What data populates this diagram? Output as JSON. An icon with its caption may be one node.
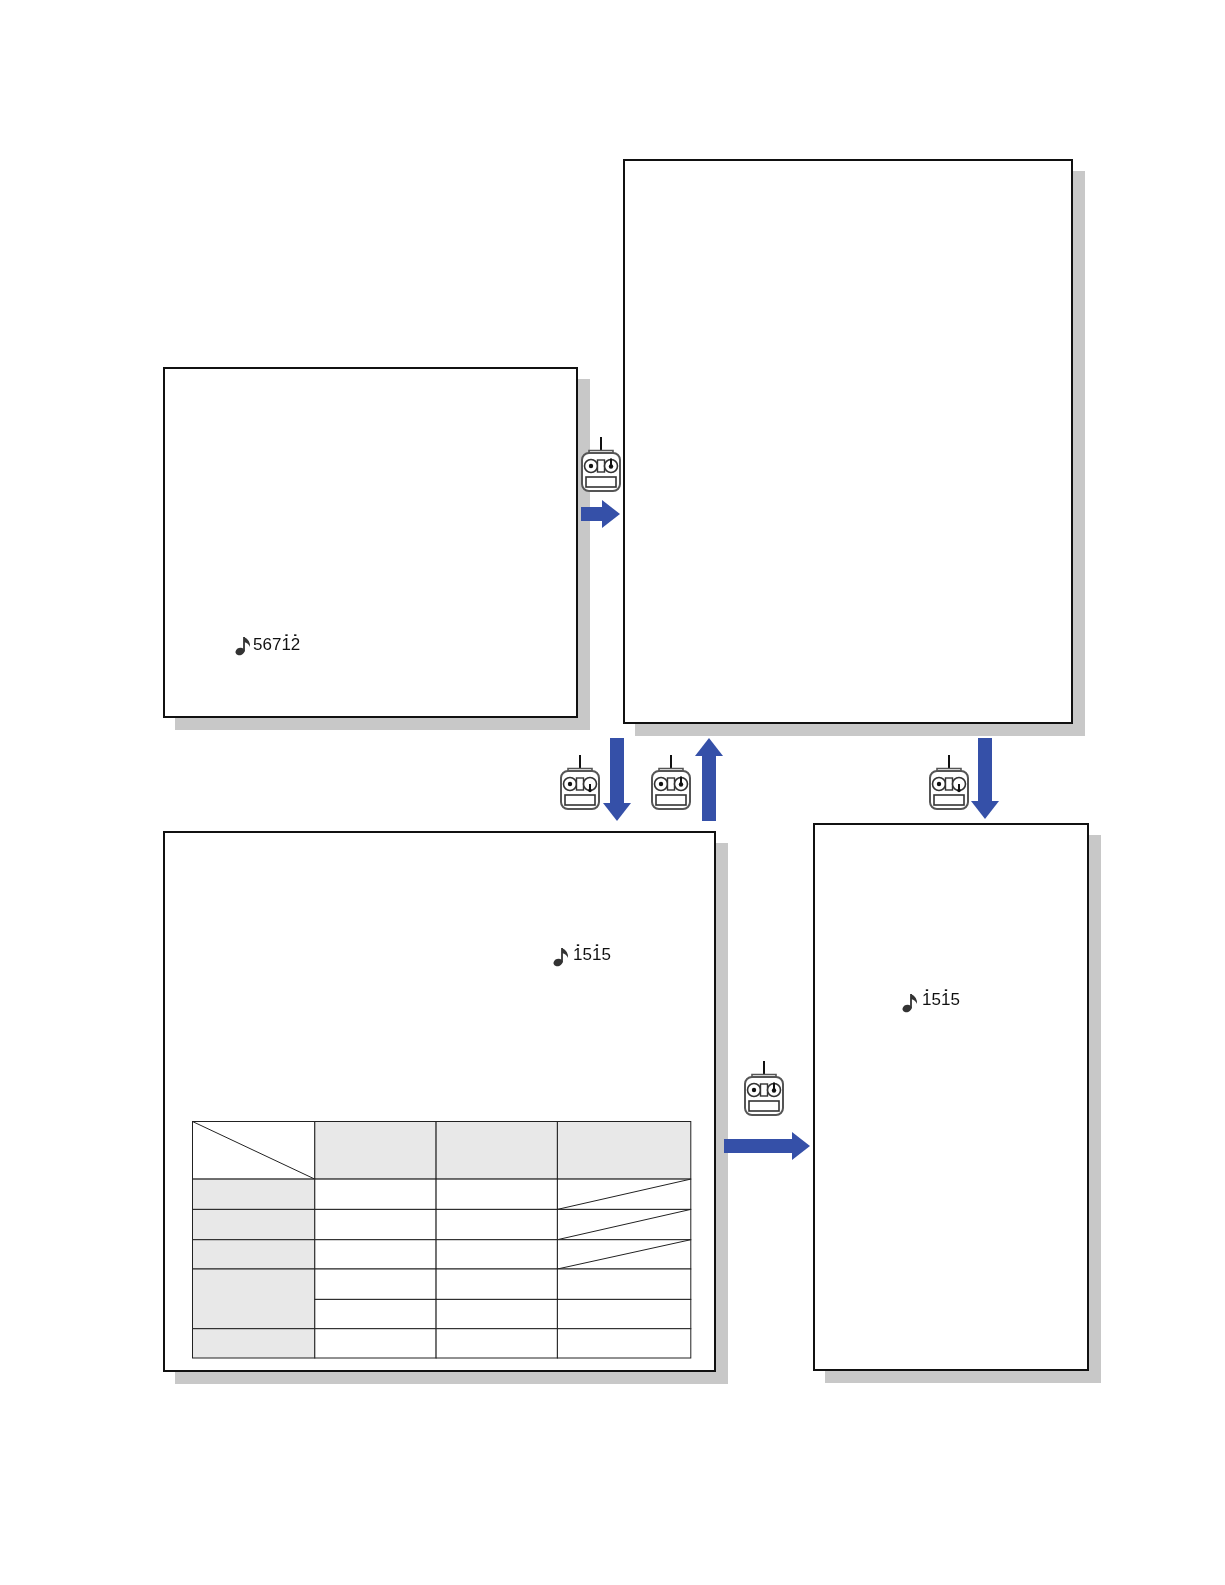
{
  "diagram": {
    "nodes": [
      {
        "text": [
          "5671̇2̇"
        ]
      },
      {
        "text": [],
        "shape": "box"
      },
      {
        "text": [
          "1̇51̇5"
        ]
      },
      {
        "text": [
          "1̇51̇5"
        ]
      }
    ],
    "edges": [
      {
        "from": 0,
        "to": 1,
        "arrow": "to"
      },
      {
        "from": 1,
        "to": 2,
        "arrow": "to"
      },
      {
        "from": 2,
        "to": 1,
        "arrow": "to"
      },
      {
        "from": 1,
        "to": 3,
        "arrow": "to"
      },
      {
        "from": 2,
        "to": 3,
        "arrow": "to"
      }
    ]
  }
}
